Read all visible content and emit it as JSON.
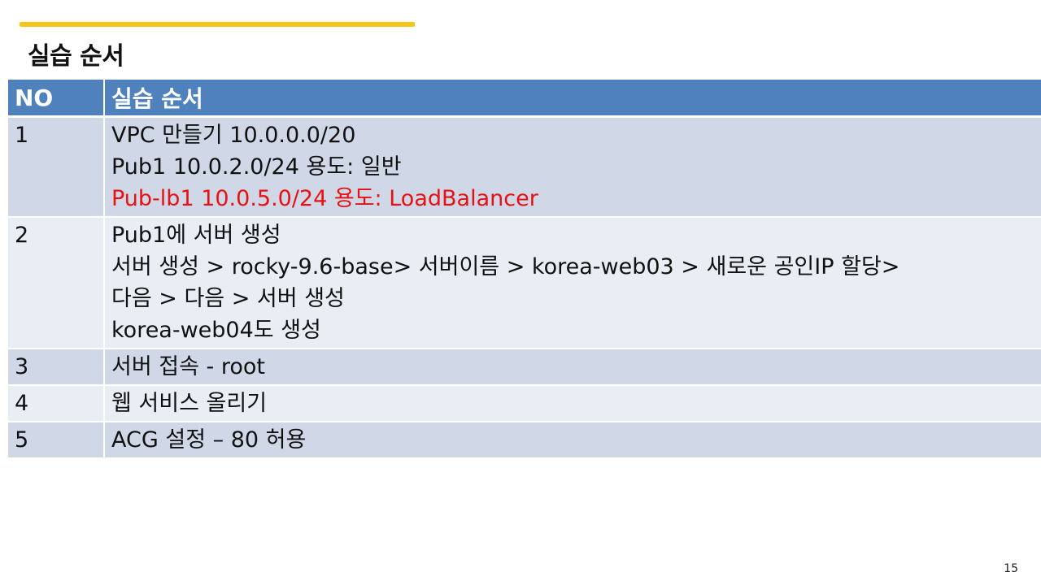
{
  "slide": {
    "title": "실습 순서",
    "page_number": "15",
    "accent_color": "#f5c518",
    "header_color": "#4f81bd",
    "row_color_odd": "#d0d8e8",
    "row_color_even": "#e9edf4",
    "highlight_text_color": "#e81010"
  },
  "table": {
    "headers": {
      "no": "NO",
      "step": "실습 순서"
    },
    "rows": [
      {
        "no": "1",
        "lines": [
          "VPC 만들기  10.0.0.0/20",
          "Pub1 10.0.2.0/24  용도: 일반",
          "Pub-lb1 10.0.5.0/24  용도: LoadBalancer"
        ]
      },
      {
        "no": "2",
        "lines": [
          "Pub1에 서버 생성",
          "서버 생성 > rocky-9.6-base> 서버이름 > korea-web03 > 새로운 공인IP 할당>",
          "다음 > 다음 > 서버 생성",
          "korea-web04도 생성"
        ]
      },
      {
        "no": "3",
        "lines": [
          "서버 접속 - root"
        ]
      },
      {
        "no": "4",
        "lines": [
          "웹 서비스 올리기"
        ]
      },
      {
        "no": "5",
        "lines": [
          "ACG 설정 – 80 허용"
        ]
      }
    ]
  }
}
